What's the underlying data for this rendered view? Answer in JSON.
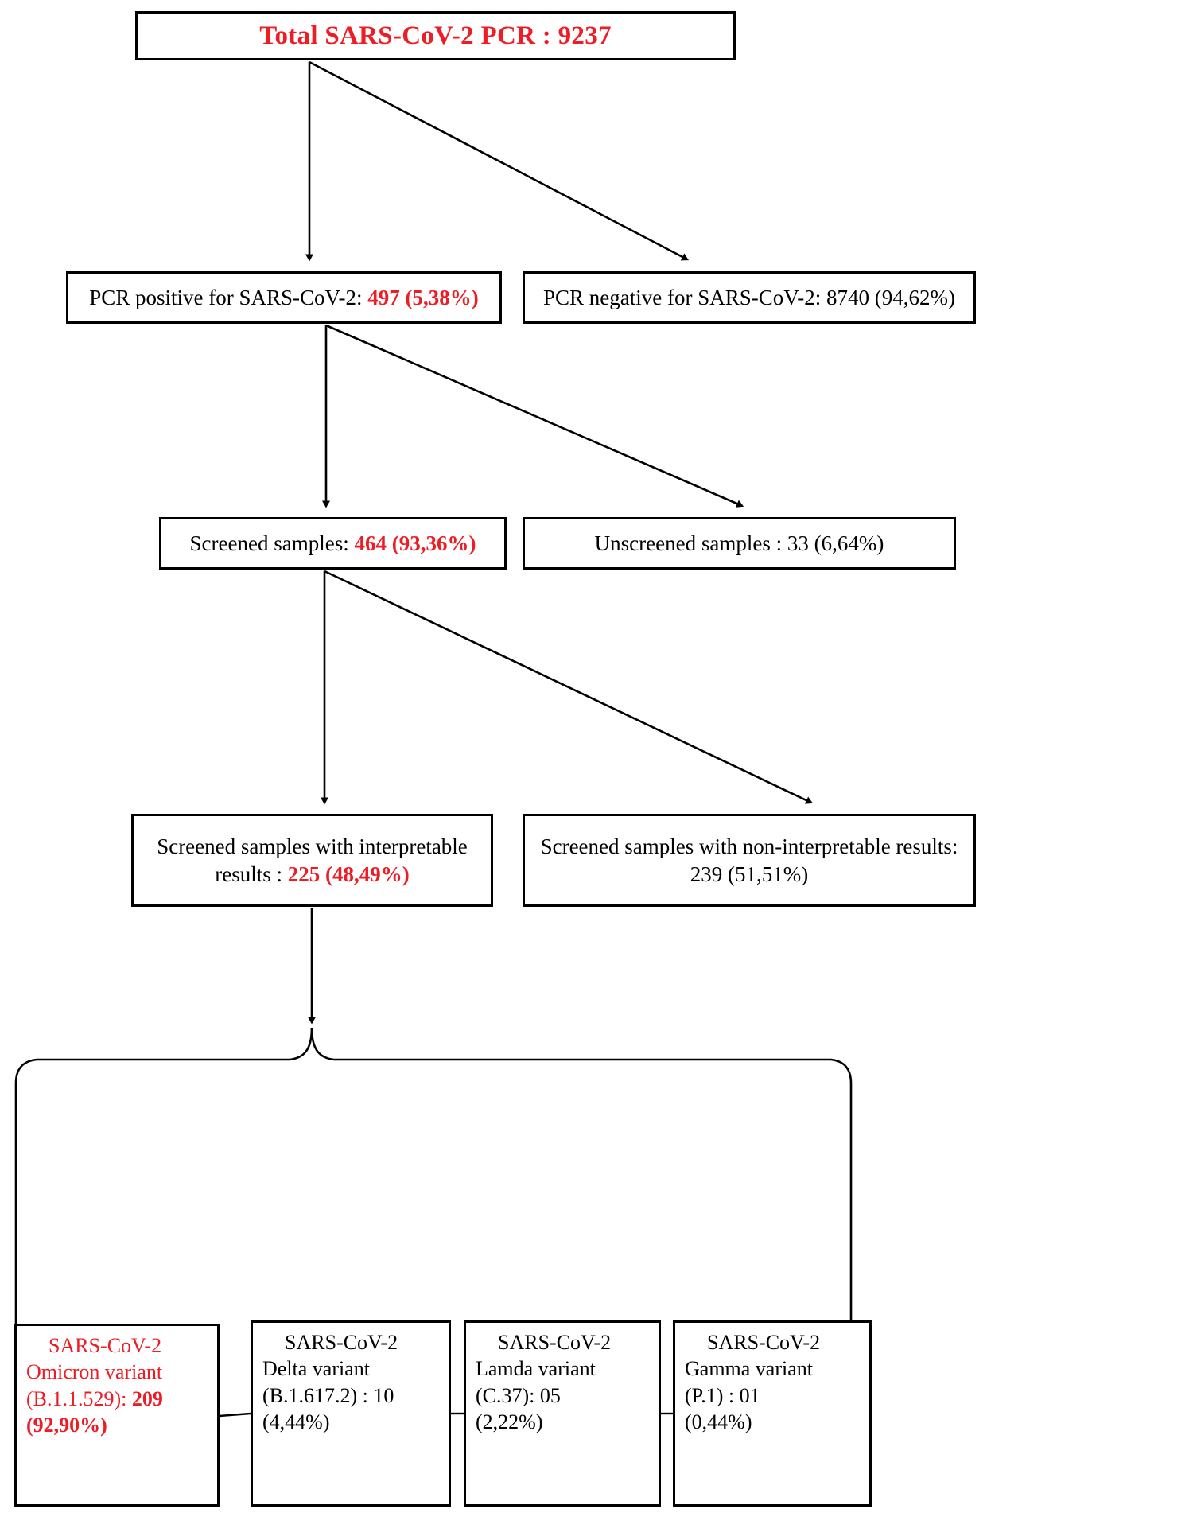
{
  "diagram": {
    "title": "SARS-CoV-2 PCR screening and variant distribution flowchart",
    "accent_color": "#ee1c25",
    "line_color": "#000000",
    "levels": [
      {
        "id": "total",
        "label": "Total  SARS-CoV-2 PCR : 9237"
      },
      {
        "id": "level2",
        "positive": {
          "prefix": "PCR positive for SARS-CoV-2: ",
          "value": "497 (5,38%)"
        },
        "negative": {
          "prefix": "PCR negative for SARS-CoV-2: ",
          "value": "8740 (94,62%)"
        }
      },
      {
        "id": "level3",
        "screened": {
          "prefix": "Screened samples: ",
          "value": "464 (93,36%)"
        },
        "unscreened": {
          "prefix": "Unscreened samples : ",
          "value": "33 (6,64%)"
        }
      },
      {
        "id": "level4",
        "interpretable": {
          "line1": "Screened samples with interpretable",
          "prefix": "results : ",
          "value": "225 (48,49%)"
        },
        "non_interpretable": {
          "line1": "Screened samples with non-interpretable results:",
          "line2": "239 (51,51%)"
        }
      }
    ],
    "variants": [
      {
        "id": "omicron",
        "line1": "SARS-CoV-2",
        "line2": "Omicron variant",
        "line3_prefix": "(B.1.1.529): ",
        "line3_value": "209",
        "line4_value": "(92,90%)",
        "highlight": true
      },
      {
        "id": "delta",
        "line1": "SARS-CoV-2",
        "line2": "Delta variant",
        "line3": "(B.1.617.2) : 10",
        "line4": "(4,44%)",
        "highlight": false
      },
      {
        "id": "lamda",
        "line1": "SARS-CoV-2",
        "line2": "Lamda variant",
        "line3": "(C.37): 05",
        "line4": "(2,22%)",
        "highlight": false
      },
      {
        "id": "gamma",
        "line1": "SARS-CoV-2",
        "line2": "Gamma variant",
        "line3": "(P.1) :  01",
        "line4": "(0,44%)",
        "highlight": false
      }
    ]
  },
  "chart_data": {
    "type": "diagram",
    "title": "Total  SARS-CoV-2 PCR : 9237",
    "nodes": [
      {
        "id": "total",
        "label": "Total  SARS-CoV-2 PCR : 9237",
        "count": 9237
      },
      {
        "id": "pcr_positive",
        "label": "PCR positive for SARS-CoV-2",
        "count": 497,
        "percent": "5,38%"
      },
      {
        "id": "pcr_negative",
        "label": "PCR negative for SARS-CoV-2",
        "count": 8740,
        "percent": "94,62%"
      },
      {
        "id": "screened",
        "label": "Screened samples",
        "count": 464,
        "percent": "93,36%"
      },
      {
        "id": "unscreened",
        "label": "Unscreened samples",
        "count": 33,
        "percent": "6,64%"
      },
      {
        "id": "interpretable",
        "label": "Screened samples with interpretable results",
        "count": 225,
        "percent": "48,49%"
      },
      {
        "id": "non_interpretable",
        "label": "Screened samples with non-interpretable results",
        "count": 239,
        "percent": "51,51%"
      },
      {
        "id": "omicron",
        "label": "SARS-CoV-2 Omicron variant (B.1.1.529)",
        "count": 209,
        "percent": "92,90%"
      },
      {
        "id": "delta",
        "label": "SARS-CoV-2 Delta variant (B.1.617.2)",
        "count": 10,
        "percent": "4,44%"
      },
      {
        "id": "lamda",
        "label": "SARS-CoV-2 Lamda variant (C.37)",
        "count": 5,
        "percent": "2,22%"
      },
      {
        "id": "gamma",
        "label": "SARS-CoV-2 Gamma variant (P.1)",
        "count": 1,
        "percent": "0,44%"
      }
    ],
    "edges": [
      {
        "from": "total",
        "to": "pcr_positive"
      },
      {
        "from": "total",
        "to": "pcr_negative"
      },
      {
        "from": "pcr_positive",
        "to": "screened"
      },
      {
        "from": "pcr_positive",
        "to": "unscreened"
      },
      {
        "from": "screened",
        "to": "interpretable"
      },
      {
        "from": "screened",
        "to": "non_interpretable"
      },
      {
        "from": "interpretable",
        "to": "omicron"
      },
      {
        "from": "interpretable",
        "to": "delta"
      },
      {
        "from": "interpretable",
        "to": "lamda"
      },
      {
        "from": "interpretable",
        "to": "gamma"
      }
    ]
  }
}
